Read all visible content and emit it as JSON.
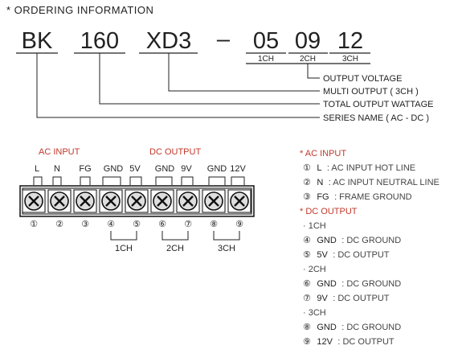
{
  "ordering": {
    "title": "* ORDERING INFORMATION",
    "parts": {
      "p1": "BK",
      "p2": "160",
      "p3": "XD3",
      "dash": "–",
      "p4": "05",
      "p5": "09",
      "p6": "12"
    },
    "subs": {
      "s4": "1CH",
      "s5": "2CH",
      "s6": "3CH"
    },
    "callouts": {
      "c1": "OUTPUT VOLTAGE",
      "c2": "MULTI OUTPUT ( 3CH )",
      "c3": "TOTAL OUTPUT WATTAGE",
      "c4": "SERIES NAME ( AC - DC )"
    }
  },
  "terminal": {
    "ac_header": "AC INPUT",
    "dc_header": "DC OUTPUT",
    "labels": [
      "L",
      "N",
      "FG",
      "GND",
      "5V",
      "GND",
      "9V",
      "GND",
      "12V"
    ],
    "numbers": [
      "①",
      "②",
      "③",
      "④",
      "⑤",
      "⑥",
      "⑦",
      "⑧",
      "⑨"
    ],
    "groups": [
      "1CH",
      "2CH",
      "3CH"
    ]
  },
  "legend": {
    "ac_title": "* AC INPUT",
    "ac_items": [
      {
        "num": "①",
        "name": "L",
        "desc": ": AC INPUT HOT LINE"
      },
      {
        "num": "②",
        "name": "N",
        "desc": ": AC INPUT NEUTRAL LINE"
      },
      {
        "num": "③",
        "name": "FG",
        "desc": ": FRAME GROUND"
      }
    ],
    "dc_title": "* DC OUTPUT",
    "dc_groups": [
      {
        "title": "· 1CH",
        "items": [
          {
            "num": "④",
            "name": "GND",
            "desc": ": DC GROUND"
          },
          {
            "num": "⑤",
            "name": "5V",
            "desc": ": DC OUTPUT"
          }
        ]
      },
      {
        "title": "· 2CH",
        "items": [
          {
            "num": "⑥",
            "name": "GND",
            "desc": ": DC GROUND"
          },
          {
            "num": "⑦",
            "name": "9V",
            "desc": ": DC OUTPUT"
          }
        ]
      },
      {
        "title": "· 3CH",
        "items": [
          {
            "num": "⑧",
            "name": "GND",
            "desc": ": DC GROUND"
          },
          {
            "num": "⑨",
            "name": "12V",
            "desc": ": DC OUTPUT"
          }
        ]
      }
    ]
  },
  "colors": {
    "accent": "#c0392b",
    "ink": "#222222",
    "terminal_face": "#dedede"
  }
}
